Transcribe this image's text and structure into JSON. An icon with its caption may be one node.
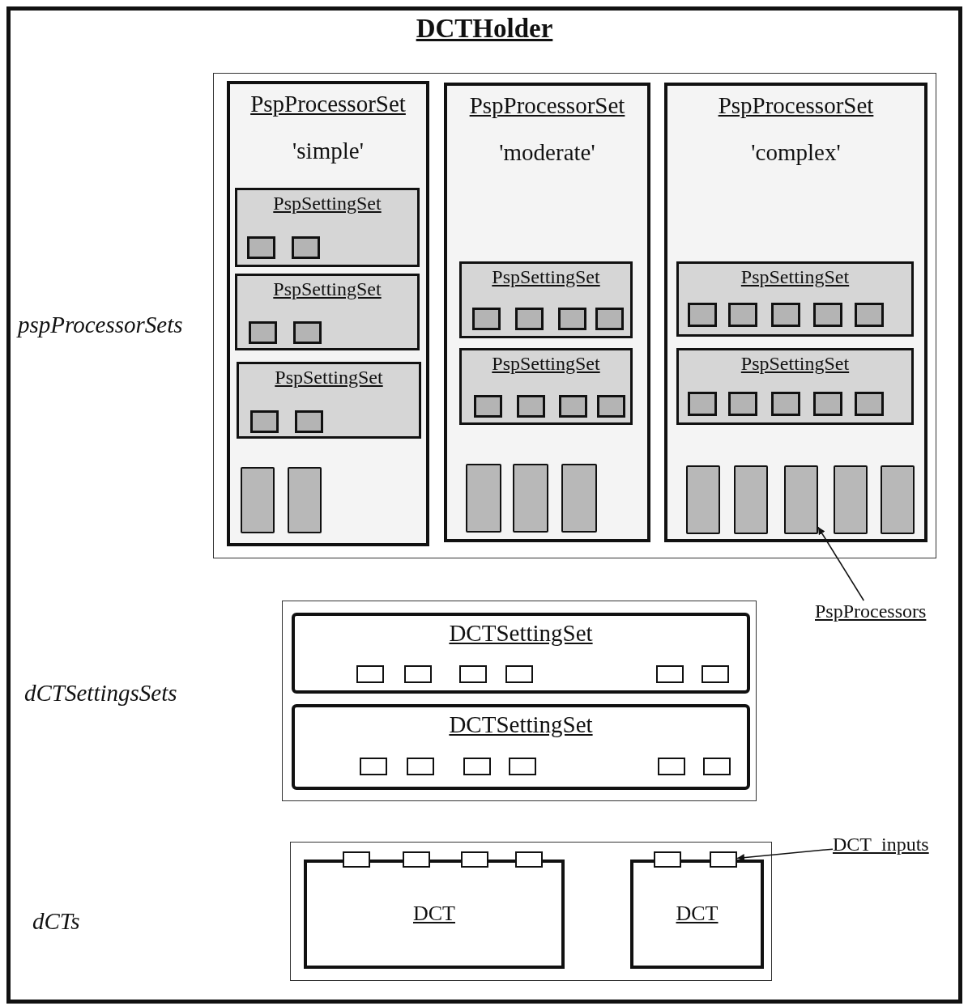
{
  "diagram": {
    "nodes": [
      {
        "text": [
          "DCTHolder"
        ]
      },
      {
        "text": [],
        "shape": "box",
        "in": 0
      },
      {
        "text": [
          "PspProcessorSet",
          "'simple'"
        ],
        "in": 1
      },
      {
        "text": [
          "PspSettingSet"
        ],
        "in": 2
      },
      {
        "text": [],
        "shape": "box",
        "in": 3
      },
      {
        "text": [],
        "shape": "box",
        "in": 3
      },
      {
        "text": [
          "PspSettingSet"
        ],
        "in": 2
      },
      {
        "text": [],
        "shape": "box",
        "in": 6
      },
      {
        "text": [],
        "shape": "box",
        "in": 6
      },
      {
        "text": [
          "PspSettingSet"
        ],
        "in": 2
      },
      {
        "text": [],
        "shape": "box",
        "in": 9
      },
      {
        "text": [],
        "shape": "box",
        "in": 9
      },
      {
        "text": [],
        "shape": "bar",
        "in": 2
      },
      {
        "text": [],
        "shape": "bar",
        "in": 2
      },
      {
        "text": [
          "PspProcessorSet",
          "'moderate'"
        ],
        "in": 1
      },
      {
        "text": [
          "PspSettingSet"
        ],
        "in": 14
      },
      {
        "text": [],
        "shape": "box",
        "in": 15
      },
      {
        "text": [],
        "shape": "box",
        "in": 15
      },
      {
        "text": [],
        "shape": "box",
        "in": 15
      },
      {
        "text": [],
        "shape": "box",
        "in": 15
      },
      {
        "text": [
          "PspSettingSet"
        ],
        "in": 14
      },
      {
        "text": [],
        "shape": "box",
        "in": 20
      },
      {
        "text": [],
        "shape": "box",
        "in": 20
      },
      {
        "text": [],
        "shape": "box",
        "in": 20
      },
      {
        "text": [],
        "shape": "box",
        "in": 20
      },
      {
        "text": [],
        "shape": "bar",
        "in": 14
      },
      {
        "text": [],
        "shape": "bar",
        "in": 14
      },
      {
        "text": [],
        "shape": "bar",
        "in": 14
      },
      {
        "text": [
          "PspProcessorSet",
          "'complex'"
        ],
        "in": 1
      },
      {
        "text": [
          "PspSettingSet"
        ],
        "in": 28
      },
      {
        "text": [],
        "shape": "box",
        "in": 29
      },
      {
        "text": [],
        "shape": "box",
        "in": 29
      },
      {
        "text": [],
        "shape": "box",
        "in": 29
      },
      {
        "text": [],
        "shape": "box",
        "in": 29
      },
      {
        "text": [],
        "shape": "box",
        "in": 29
      },
      {
        "text": [
          "PspSettingSet"
        ],
        "in": 28
      },
      {
        "text": [],
        "shape": "box",
        "in": 35
      },
      {
        "text": [],
        "shape": "box",
        "in": 35
      },
      {
        "text": [],
        "shape": "box",
        "in": 35
      },
      {
        "text": [],
        "shape": "box",
        "in": 35
      },
      {
        "text": [],
        "shape": "box",
        "in": 35
      },
      {
        "text": [],
        "shape": "bar",
        "in": 28
      },
      {
        "text": [],
        "shape": "bar",
        "in": 28
      },
      {
        "text": [],
        "shape": "bar",
        "in": 28
      },
      {
        "text": [],
        "shape": "bar",
        "in": 28
      },
      {
        "text": [],
        "shape": "bar",
        "in": 28
      },
      {
        "text": [
          "PspProcessors"
        ],
        "in": 0
      },
      {
        "text": [],
        "shape": "box",
        "in": 0
      },
      {
        "text": [
          "DCTSettingSet"
        ],
        "in": 47
      },
      {
        "text": [],
        "shape": "box",
        "in": 48
      },
      {
        "text": [],
        "shape": "box",
        "in": 48
      },
      {
        "text": [],
        "shape": "box",
        "in": 48
      },
      {
        "text": [],
        "shape": "box",
        "in": 48
      },
      {
        "text": [],
        "shape": "box",
        "in": 48
      },
      {
        "text": [],
        "shape": "box",
        "in": 48
      },
      {
        "text": [
          "DCTSettingSet"
        ],
        "in": 47
      },
      {
        "text": [],
        "shape": "box",
        "in": 55
      },
      {
        "text": [],
        "shape": "box",
        "in": 55
      },
      {
        "text": [],
        "shape": "box",
        "in": 55
      },
      {
        "text": [],
        "shape": "box",
        "in": 55
      },
      {
        "text": [],
        "shape": "box",
        "in": 55
      },
      {
        "text": [],
        "shape": "box",
        "in": 55
      },
      {
        "text": [],
        "shape": "box",
        "in": 0
      },
      {
        "text": [],
        "shape": "box",
        "in": 62
      },
      {
        "text": [],
        "shape": "box",
        "in": 62
      },
      {
        "text": [],
        "shape": "box",
        "in": 62
      },
      {
        "text": [],
        "shape": "box",
        "in": 62
      },
      {
        "text": [
          "DCT"
        ],
        "in": 62
      },
      {
        "text": [],
        "shape": "box",
        "in": 62
      },
      {
        "text": [],
        "shape": "box",
        "in": 62
      },
      {
        "text": [
          "DCT"
        ],
        "in": 62
      },
      {
        "text": [
          "DCT_inputs"
        ],
        "in": 0
      }
    ],
    "edges": [
      {
        "from": 46,
        "to": 43,
        "arrow": "to"
      },
      {
        "from": 71,
        "to": 69,
        "arrow": "to"
      }
    ],
    "labels": [
      "pspProcessorSets",
      "dCTSettingsSets",
      "dCTs"
    ]
  }
}
